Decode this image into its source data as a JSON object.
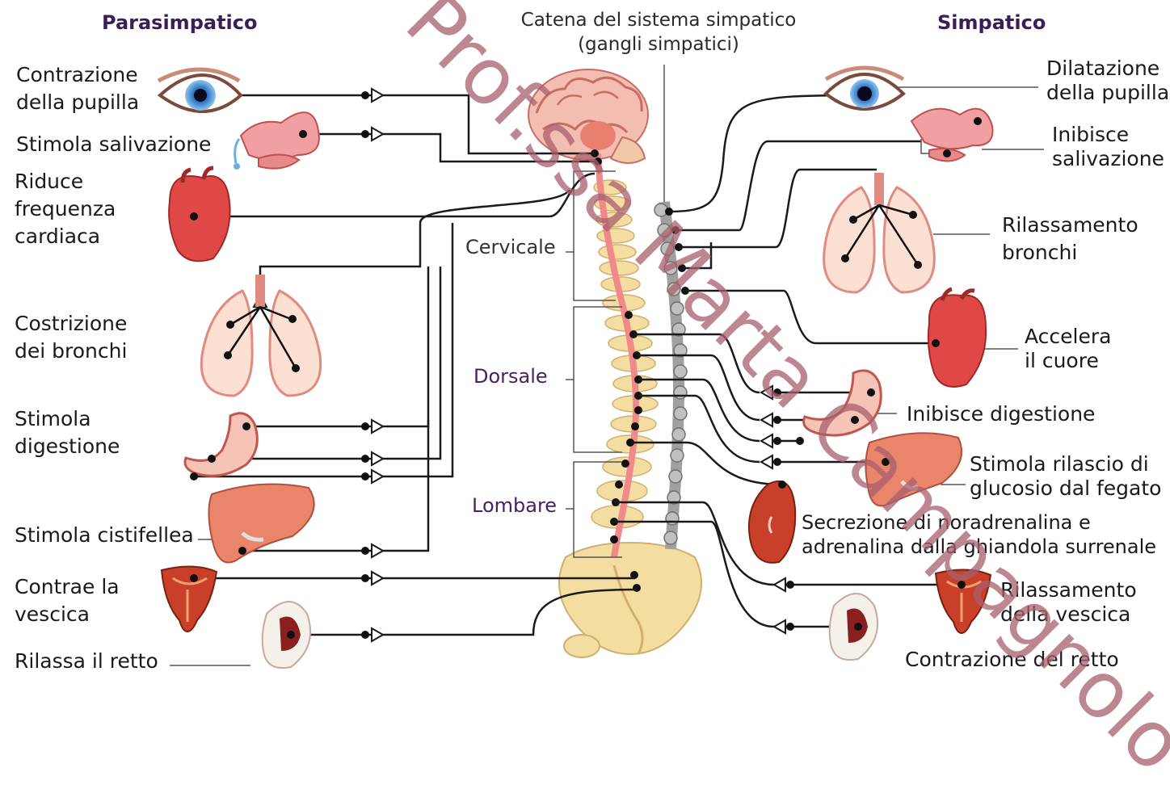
{
  "headers": {
    "parasympathetic": "Parasimpatico",
    "chain_line1": "Catena del sistema simpatico",
    "chain_line2": "(gangli simpatici)",
    "sympathetic": "Simpatico"
  },
  "left_labels": {
    "pupil_l1": "Contrazione",
    "pupil_l2": "della pupilla",
    "saliva": "Stimola salivazione",
    "heart_l1": "Riduce",
    "heart_l2": "frequenza",
    "heart_l3": "cardiaca",
    "bronchi_l1": "Costrizione",
    "bronchi_l2": "dei bronchi",
    "digest_l1": "Stimola",
    "digest_l2": "digestione",
    "gallbladder": "Stimola cistifellea",
    "bladder_l1": "Contrae la",
    "bladder_l2": "vescica",
    "rectum": "Rilassa il retto"
  },
  "right_labels": {
    "pupil_l1": "Dilatazione",
    "pupil_l2": "della pupilla",
    "saliva_l1": "Inibisce",
    "saliva_l2": "salivazione",
    "bronchi_l1": "Rilassamento",
    "bronchi_l2": "bronchi",
    "heart_l1": "Accelera",
    "heart_l2": "il cuore",
    "digest": "Inibisce digestione",
    "liver_l1": "Stimola rilascio di",
    "liver_l2": "glucosio dal fegato",
    "adrenal_l1": "Secrezione di noradrenalina e",
    "adrenal_l2": "adrenalina dalla ghiandola surrenale",
    "bladder_l1": "Rilassamento",
    "bladder_l2": "della vescica",
    "rectum": "Contrazione del retto"
  },
  "spine_regions": {
    "cervical": "Cervicale",
    "dorsal": "Dorsale",
    "lumbar": "Lombare"
  },
  "watermark": "Prof.ssa Marta Campagnolo",
  "colors": {
    "header": "#3a1e5a",
    "dorsal_label": "#4a2060",
    "lumbar_label": "#4a2060",
    "nerve": "#1a1a1a",
    "organ_red": "#e04848",
    "organ_pink": "#f2b6b0",
    "spinal_cord": "#f08a8a",
    "vertebra": "#f4dda0",
    "ganglion_chain": "#b0b0b0",
    "watermark": "#a85f6d"
  },
  "icons": [
    "eye-icon",
    "salivary-gland-icon",
    "heart-icon",
    "lungs-icon",
    "stomach-icon",
    "liver-icon",
    "bladder-icon",
    "rectum-icon",
    "brain-icon",
    "spine-icon",
    "adrenal-gland-icon"
  ]
}
